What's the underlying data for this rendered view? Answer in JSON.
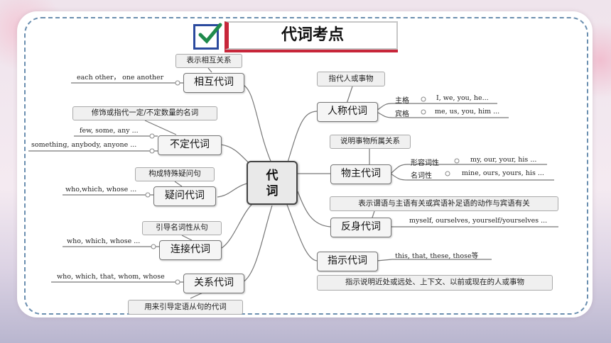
{
  "title": "代词考点",
  "center": "代\n词",
  "left_branches": [
    {
      "label": "相互代词",
      "note": "表示相互关系",
      "leaves": [
        "each other， one another"
      ]
    },
    {
      "label": "不定代词",
      "note": "修饰或指代一定/不定数量的名词",
      "leaves": [
        "few, some, any ...",
        "something, anybody, anyone ..."
      ]
    },
    {
      "label": "疑问代词",
      "note": "构成特殊疑问句",
      "leaves": [
        "who,which, whose ..."
      ]
    },
    {
      "label": "连接代词",
      "note": "引导名词性从句",
      "leaves": [
        "who, which, whose ..."
      ]
    },
    {
      "label": "关系代词",
      "note": "用来引导定语从句的代词",
      "leaves": [
        "who, which, that, whom, whose"
      ]
    }
  ],
  "right_branches": [
    {
      "label": "人称代词",
      "note": "指代人或事物",
      "subs": [
        {
          "label": "主格",
          "value": "I, we, you, he..."
        },
        {
          "label": "宾格",
          "value": "me, us, you, him ..."
        }
      ]
    },
    {
      "label": "物主代词",
      "note": "说明事物所属关系",
      "subs": [
        {
          "label": "形容词性",
          "value": "my, our, your, his ..."
        },
        {
          "label": "名词性",
          "value": "mine, ours, yours, his ..."
        }
      ]
    },
    {
      "label": "反身代词",
      "note": "表示谓语与主语有关或宾语补足语的动作与宾语有关",
      "leaves": [
        "myself, ourselves, yourself/yourselves ..."
      ]
    },
    {
      "label": "指示代词",
      "note": "指示说明近处或远处、上下文、以前或现在的人或事物",
      "leaves": [
        "this, that, these, those等"
      ]
    }
  ],
  "colors": {
    "accent": "#c7263a",
    "check": "#2b4a9e",
    "border": "#6b8fb0"
  },
  "icons": {
    "title": "checkbox-check-icon"
  }
}
